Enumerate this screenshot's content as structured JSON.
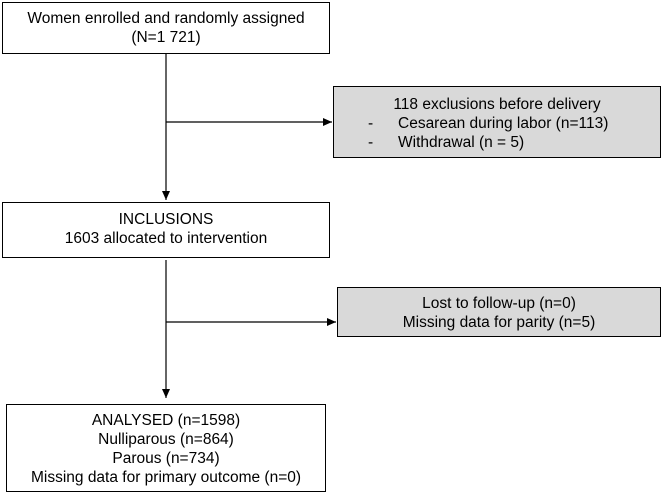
{
  "diagram": {
    "enrolled": {
      "line1": "Women enrolled and randomly assigned",
      "line2": "(N=1 721)"
    },
    "exclusions": {
      "title": "118 exclusions before delivery",
      "items": [
        {
          "dash": "-",
          "text": "Cesarean during labor (n=113)"
        },
        {
          "dash": "-",
          "text": "Withdrawal (n = 5)"
        }
      ]
    },
    "inclusions": {
      "line1": "INCLUSIONS",
      "line2": "1603 allocated to intervention"
    },
    "lost": {
      "line1": "Lost to follow-up (n=0)",
      "line2": "Missing data for parity (n=5)"
    },
    "analysed": {
      "line1": "ANALYSED (n=1598)",
      "line2": "Nulliparous (n=864)",
      "line3": "Parous (n=734)",
      "line4": "Missing data for primary outcome (n=0)"
    }
  },
  "colors": {
    "grey_box": "#d9d9d9",
    "line": "#000000"
  }
}
